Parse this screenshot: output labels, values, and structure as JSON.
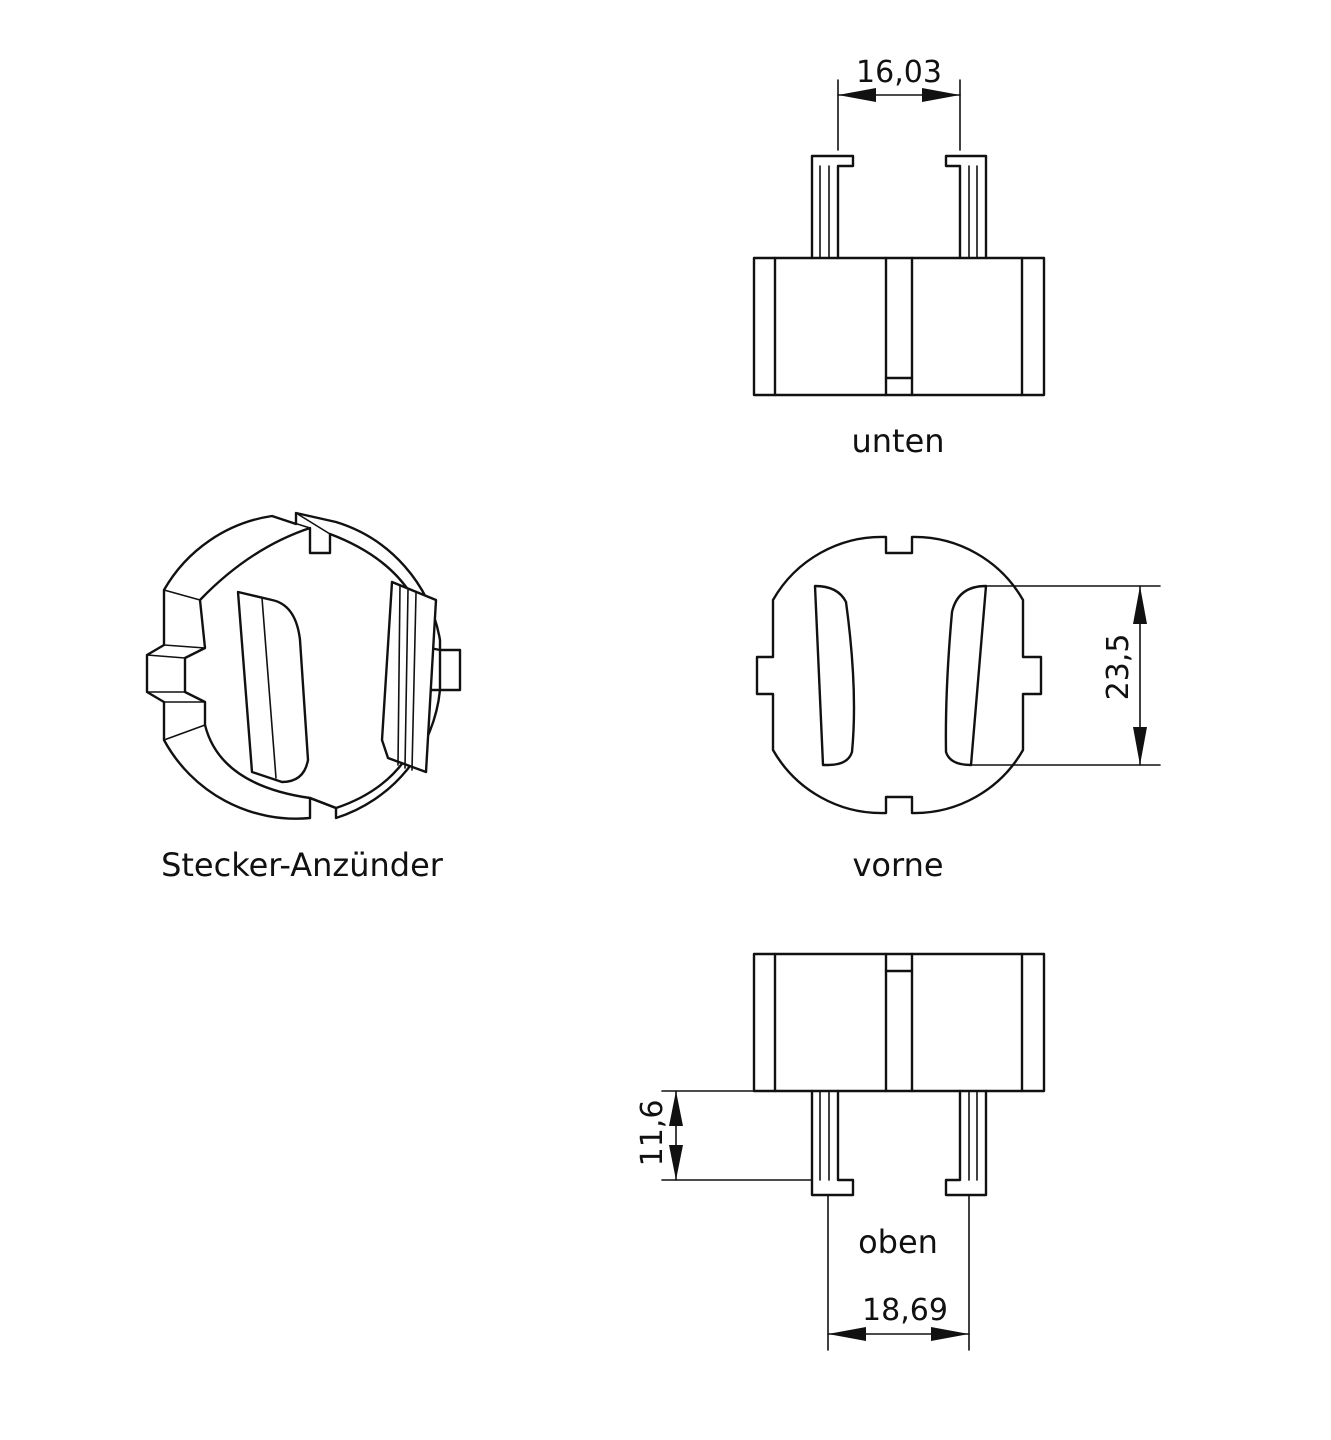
{
  "views": {
    "bottom_label": "unten",
    "front_label": "vorne",
    "top_label": "oben",
    "iso_label": "Stecker-Anzünder"
  },
  "dimensions": {
    "pin_spacing_inner": "16,03",
    "front_height": "23,5",
    "pin_length": "11,6",
    "pin_spacing_outer": "18,69"
  }
}
